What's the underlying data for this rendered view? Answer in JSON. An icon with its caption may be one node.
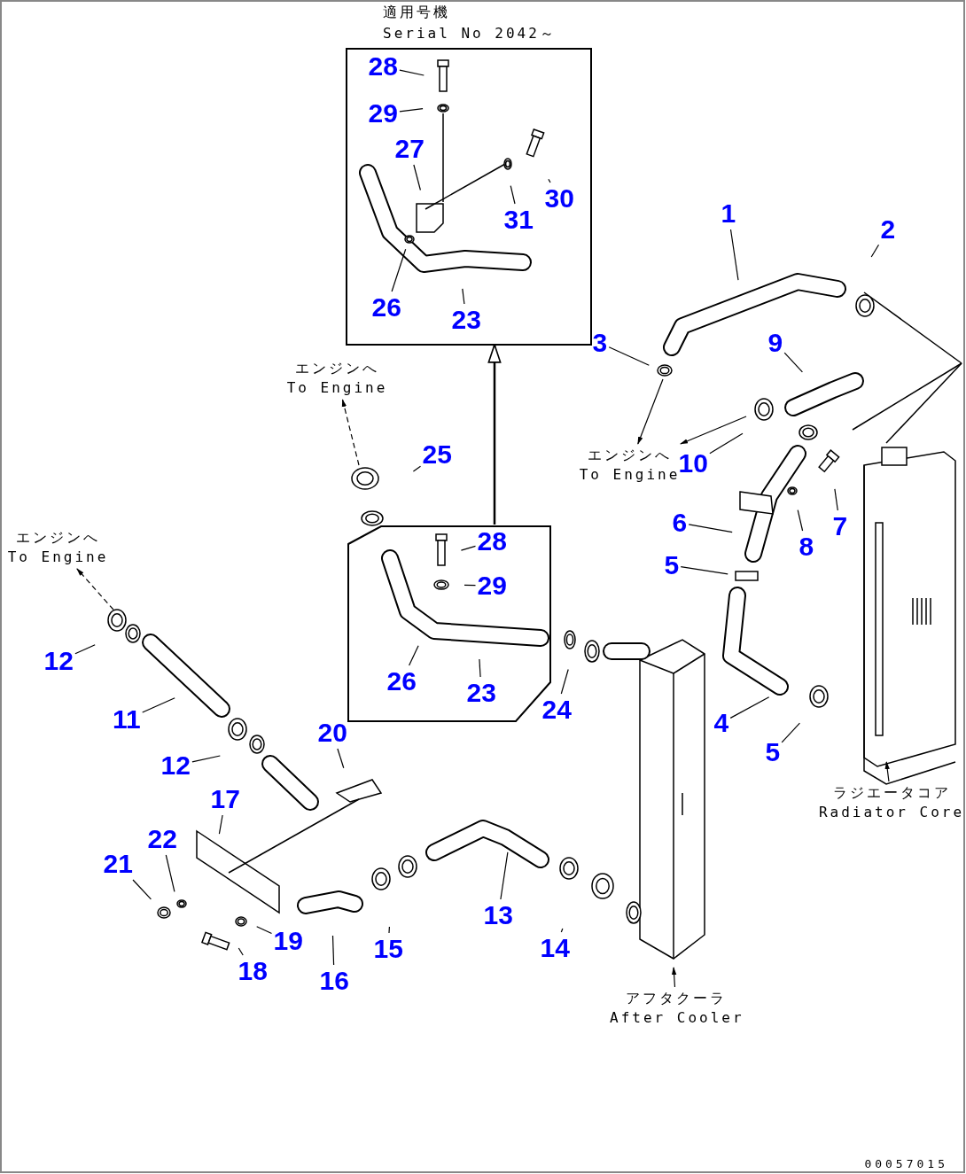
{
  "diagram": {
    "nodes": [
      {
        "text": [
          "適用号機",
          "Serial No 2042～"
        ]
      },
      {
        "text": [
          "28"
        ],
        "in": 0
      },
      {
        "text": [
          "29"
        ],
        "in": 0
      },
      {
        "text": [
          "27"
        ],
        "in": 0
      },
      {
        "text": [
          "30"
        ],
        "in": 0
      },
      {
        "text": [
          "31"
        ],
        "in": 0
      },
      {
        "text": [
          "26"
        ],
        "in": 0
      },
      {
        "text": [
          "23"
        ],
        "in": 0
      },
      {
        "text": [
          "1"
        ]
      },
      {
        "text": [
          "2"
        ]
      },
      {
        "text": [
          "3"
        ]
      },
      {
        "text": [
          "9"
        ]
      },
      {
        "text": [
          "エンジンへ",
          "To Engine"
        ]
      },
      {
        "text": [
          "エンジンへ",
          "To Engine"
        ]
      },
      {
        "text": [
          "25"
        ]
      },
      {
        "text": [
          "10"
        ]
      },
      {
        "text": [
          "6"
        ]
      },
      {
        "text": [
          "7"
        ]
      },
      {
        "text": [
          "5"
        ]
      },
      {
        "text": [
          "8"
        ]
      },
      {
        "text": [],
        "shape": "box"
      },
      {
        "text": [
          "28"
        ],
        "in": 20
      },
      {
        "text": [
          "29"
        ],
        "in": 20
      },
      {
        "text": [
          "26"
        ],
        "in": 20
      },
      {
        "text": [
          "23"
        ],
        "in": 20
      },
      {
        "text": [
          "エンジンへ",
          "To Engine"
        ]
      },
      {
        "text": [
          "12"
        ]
      },
      {
        "text": [
          "24"
        ]
      },
      {
        "text": [
          "4"
        ]
      },
      {
        "text": [
          "5"
        ]
      },
      {
        "text": [
          "11"
        ]
      },
      {
        "text": [
          "12"
        ]
      },
      {
        "text": [
          "20"
        ]
      },
      {
        "text": [
          "17"
        ]
      },
      {
        "text": [
          "ラジエータコア",
          "Radiator Core"
        ]
      },
      {
        "text": [
          "22"
        ]
      },
      {
        "text": [
          "21"
        ]
      },
      {
        "text": [
          "13"
        ]
      },
      {
        "text": [
          "19"
        ]
      },
      {
        "text": [
          "15"
        ]
      },
      {
        "text": [
          "14"
        ]
      },
      {
        "text": [
          "18"
        ]
      },
      {
        "text": [
          "16"
        ]
      },
      {
        "text": [
          "アフタクーラ",
          "After Cooler"
        ]
      }
    ],
    "edges": [
      {
        "from": 20,
        "to": 0,
        "arrow": "to"
      },
      {
        "from": null,
        "to": 12,
        "arrow": "to",
        "style": "dashed"
      },
      {
        "from": null,
        "to": 13,
        "arrow": "to"
      },
      {
        "from": null,
        "to": 13,
        "arrow": "to"
      },
      {
        "from": null,
        "to": 25,
        "arrow": "to",
        "style": "dashed"
      },
      {
        "from": 1,
        "to": null,
        "arrow": "none"
      },
      {
        "from": 2,
        "to": null,
        "arrow": "none"
      },
      {
        "from": 3,
        "to": null,
        "arrow": "none"
      },
      {
        "from": 4,
        "to": null,
        "arrow": "none"
      },
      {
        "from": 5,
        "to": null,
        "arrow": "none"
      },
      {
        "from": 6,
        "to": null,
        "arrow": "none"
      },
      {
        "from": 7,
        "to": null,
        "arrow": "none"
      },
      {
        "from": 8,
        "to": null,
        "arrow": "none"
      },
      {
        "from": 9,
        "to": null,
        "arrow": "none"
      },
      {
        "from": 10,
        "to": null,
        "arrow": "none"
      },
      {
        "from": 11,
        "to": null,
        "arrow": "none"
      },
      {
        "from": 14,
        "to": null,
        "arrow": "none"
      },
      {
        "from": 15,
        "to": null,
        "arrow": "none"
      },
      {
        "from": 16,
        "to": null,
        "arrow": "none"
      },
      {
        "from": 17,
        "to": null,
        "arrow": "none"
      },
      {
        "from": 18,
        "to": null,
        "arrow": "none"
      },
      {
        "from": 19,
        "to": null,
        "arrow": "none"
      },
      {
        "from": 21,
        "to": null,
        "arrow": "none"
      },
      {
        "from": 22,
        "to": null,
        "arrow": "none"
      },
      {
        "from": 23,
        "to": null,
        "arrow": "none"
      },
      {
        "from": 24,
        "to": null,
        "arrow": "none"
      },
      {
        "from": 26,
        "to": null,
        "arrow": "none"
      },
      {
        "from": 27,
        "to": null,
        "arrow": "none"
      },
      {
        "from": 28,
        "to": null,
        "arrow": "none"
      },
      {
        "from": 29,
        "to": null,
        "arrow": "none"
      },
      {
        "from": 30,
        "to": null,
        "arrow": "none"
      },
      {
        "from": 31,
        "to": null,
        "arrow": "none"
      },
      {
        "from": 32,
        "to": null,
        "arrow": "none"
      },
      {
        "from": 33,
        "to": null,
        "arrow": "none"
      },
      {
        "from": 34,
        "to": null,
        "arrow": "to"
      },
      {
        "from": 35,
        "to": null,
        "arrow": "none"
      },
      {
        "from": 36,
        "to": null,
        "arrow": "none"
      },
      {
        "from": 37,
        "to": null,
        "arrow": "none"
      },
      {
        "from": 38,
        "to": null,
        "arrow": "none"
      },
      {
        "from": 39,
        "to": null,
        "arrow": "none"
      },
      {
        "from": 40,
        "to": null,
        "arrow": "none"
      },
      {
        "from": 41,
        "to": null,
        "arrow": "none"
      },
      {
        "from": 42,
        "to": null,
        "arrow": "none"
      },
      {
        "from": 43,
        "to": null,
        "arrow": "to"
      }
    ],
    "labels": [
      "00057015"
    ]
  }
}
